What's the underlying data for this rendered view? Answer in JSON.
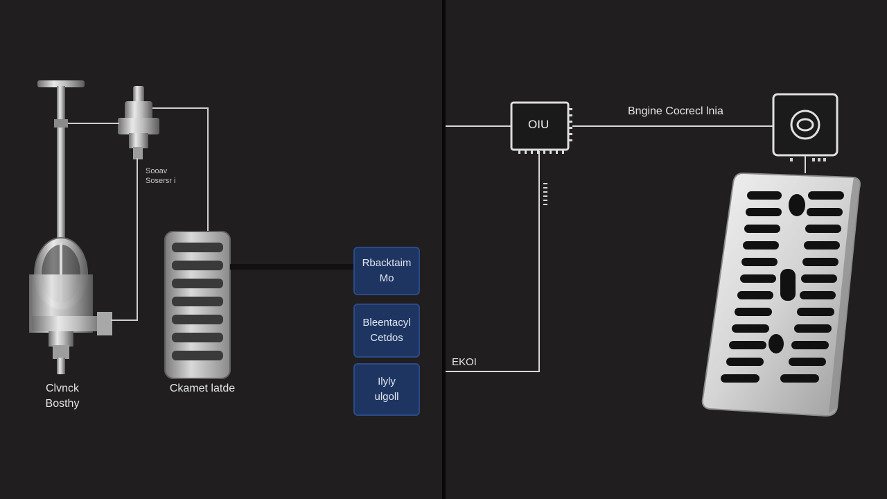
{
  "left_panel": {
    "component_labels": {
      "clutch_assembly": [
        "Clvnck",
        "Bosthy"
      ],
      "sensor_label": [
        "Sooav",
        "Sosersr i"
      ],
      "pedal_label": "Ckamet latde"
    },
    "boxes": [
      {
        "lines": [
          "Rbacktaim",
          "Mo"
        ]
      },
      {
        "lines": [
          "Bleentacyl",
          "Cetdos"
        ]
      },
      {
        "lines": [
          "Ilyly",
          "ulgoll"
        ]
      }
    ]
  },
  "right_panel": {
    "chip_label": "OIU",
    "connection_label": "Bngine Cocrecl lnia",
    "port_label": "EKOI"
  },
  "colors": {
    "background": "#201e1f",
    "box_fill": "#1f3561",
    "divider": "#0a0a0a",
    "wire": "#d8d8d8",
    "metal": "#c9c9c9"
  }
}
